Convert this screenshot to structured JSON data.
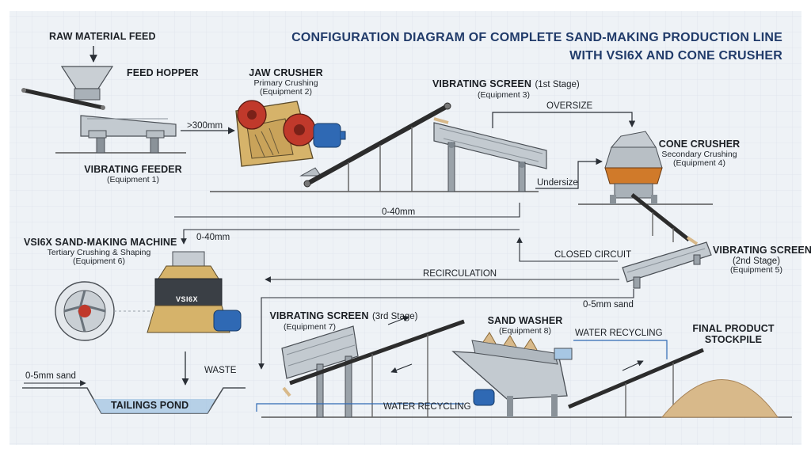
{
  "title": {
    "line1": "CONFIGURATION DIAGRAM OF COMPLETE SAND-MAKING PRODUCTION LINE",
    "line2": "WITH VSI6X AND CONE CRUSHER"
  },
  "equipment": {
    "raw_material": "RAW MATERIAL FEED",
    "feed_hopper": "FEED HOPPER",
    "vibrating_feeder": {
      "name": "VIBRATING FEEDER",
      "tag": "(Equipment 1)"
    },
    "jaw_crusher": {
      "name": "JAW CRUSHER",
      "role": "Primary Crushing",
      "tag": "(Equipment 2)"
    },
    "screen_1": {
      "name": "VIBRATING SCREEN",
      "stage": "(1st Stage)",
      "tag": "(Equipment 3)"
    },
    "cone_crusher": {
      "name": "CONE CRUSHER",
      "role": "Secondary Crushing",
      "tag": "(Equipment 4)"
    },
    "screen_2": {
      "name": "VIBRATING SCREEN",
      "stage": "(2nd Stage)",
      "tag": "(Equipment 5)"
    },
    "vsi": {
      "name": "VSI6X SAND-MAKING MACHINE",
      "role": "Tertiary Crushing & Shaping",
      "tag": "(Equipment 6)",
      "badge": "VSI6X"
    },
    "screen_3": {
      "name": "VIBRATING SCREEN",
      "stage": "(3rd Stage)",
      "tag": "(Equipment 7)"
    },
    "sand_washer": {
      "name": "SAND WASHER",
      "tag": "(Equipment 8)"
    },
    "stockpile": {
      "line1": "FINAL PRODUCT",
      "line2": "STOCKPILE"
    },
    "tailings": "TAILINGS POND"
  },
  "flows": {
    "gt300": ">300mm",
    "oversize": "OVERSIZE",
    "undersize": "Undersize",
    "f040_top": "0-40mm",
    "f040_left": "0-40mm",
    "closed": "CLOSED CIRCUIT",
    "recirc": "RECIRCULATION",
    "sand05": "0-5mm sand",
    "waste": "WASTE",
    "sand05_pond": "0-5mm sand",
    "water1": "WATER RECYCLING",
    "water2": "WATER RECYCLING"
  },
  "colors": {
    "title": "#213b6a",
    "steel": "#b9c0c6",
    "gold": "#d6b36a",
    "red": "#c0392b",
    "blue": "#2f69b4",
    "orange": "#d07a2a",
    "sand": "#d8b98a"
  }
}
